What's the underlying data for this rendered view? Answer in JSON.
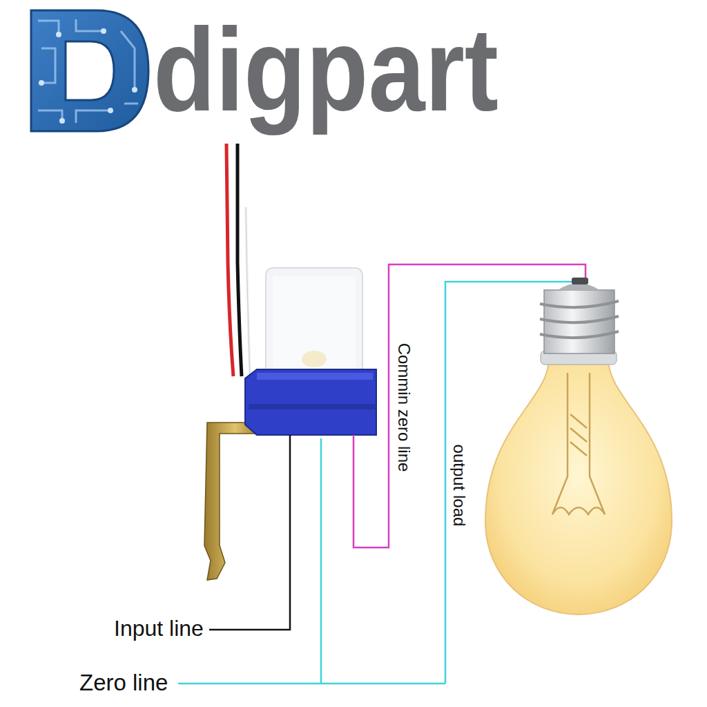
{
  "diagram": {
    "labels": [
      "digpart",
      "Commin zero line",
      "output load",
      "Input line",
      "Zero line"
    ]
  }
}
